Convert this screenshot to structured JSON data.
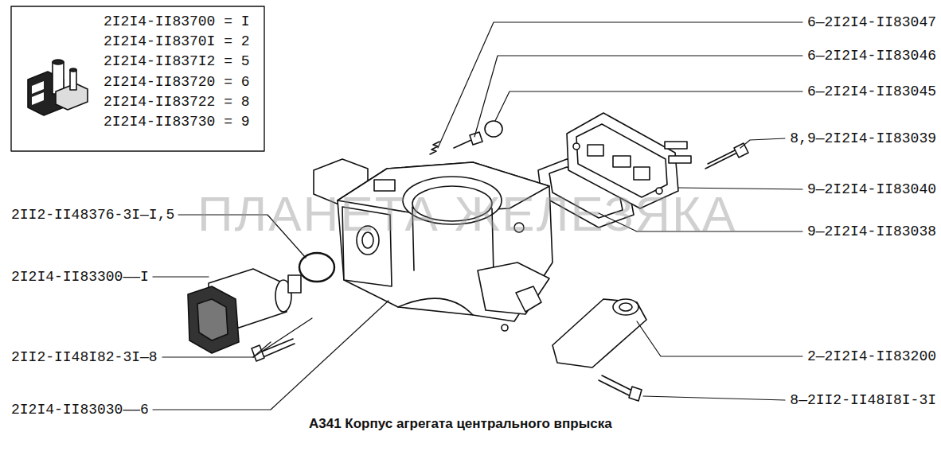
{
  "diagram": {
    "caption": "А341  Корпус агрегата центрального впрыска",
    "labels": [
      "2I2I4-II83700 = I",
      "2I2I4-II8370I = 2",
      "2I2I4-II837I2 = 5",
      "2I2I4-II83720 = 6",
      "2I2I4-II83722 = 8",
      "2I2I4-II83730 = 9",
      "6—2I2I4-II83047",
      "6—2I2I4-II83046",
      "6—2I2I4-II83045",
      "8,9—2I2I4-II83039",
      "9—2I2I4-II83040",
      "9—2I2I4-II83038",
      "2—2I2I4-II83200",
      "8—2II2-II48I8I-3I",
      "2II2-II48376-3I—I,5",
      "2I2I4-II83300——I",
      "2II2-II48I82-3I—8",
      "2I2I4-II83030——6",
      "ПЛАНЕТА ЖЕЛЕЗЯКА"
    ]
  }
}
